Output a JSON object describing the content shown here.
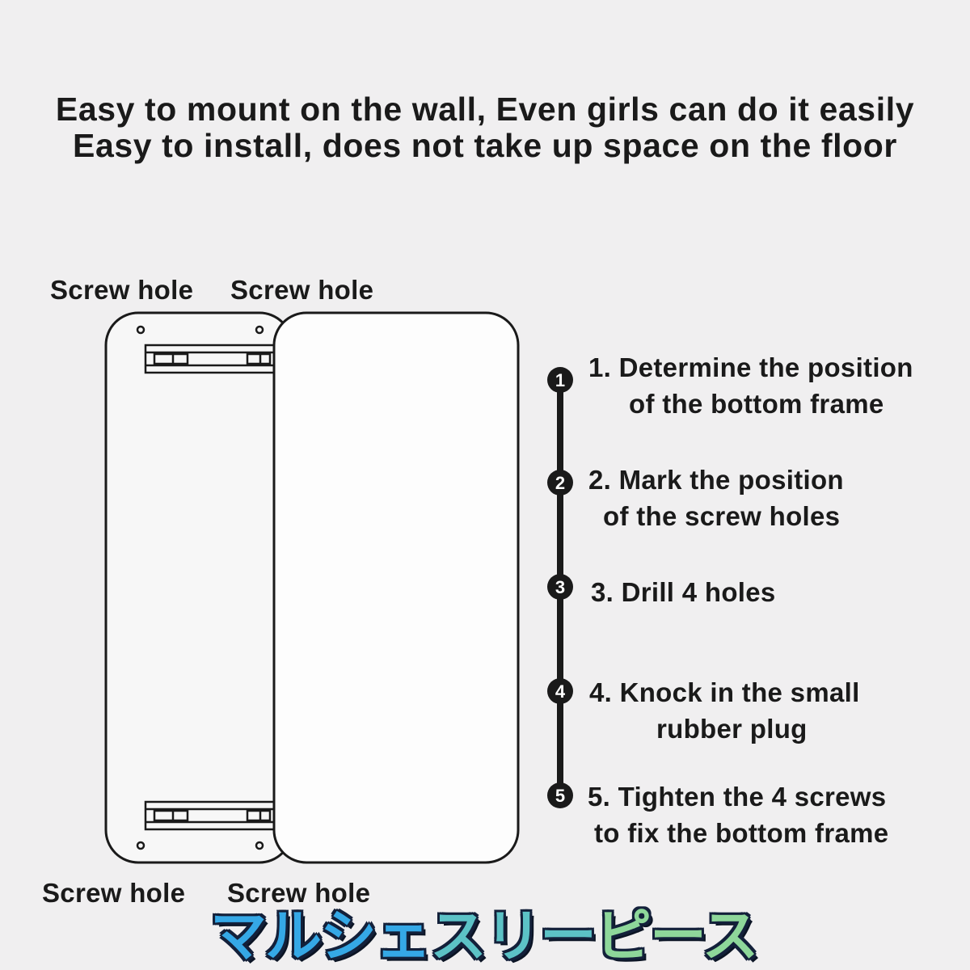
{
  "headline": {
    "line1": "Easy to mount on the wall, Even girls can do it easily",
    "line2": "Easy to install, does not take up space on the floor"
  },
  "screw_labels": {
    "top_left": "Screw hole",
    "top_right": "Screw hole",
    "bottom_left": "Screw hole",
    "bottom_right": "Screw hole"
  },
  "steps": [
    {
      "number": "1",
      "line1": "1. Determine the position",
      "line2": "of the bottom frame"
    },
    {
      "number": "2",
      "line1": "2. Mark the position",
      "line2": "of the screw holes"
    },
    {
      "number": "3",
      "line1": "3. Drill 4 holes",
      "line2": ""
    },
    {
      "number": "4",
      "line1": "4. Knock in the small",
      "line2": "rubber plug"
    },
    {
      "number": "5",
      "line1": "5. Tighten the 4 screws",
      "line2": "to fix the bottom frame"
    }
  ],
  "brand": {
    "part1": "マルシェ",
    "part2": "スリー",
    "part3": "ピース"
  },
  "colors": {
    "background": "#f0eff0",
    "ink": "#1a1a1a"
  }
}
